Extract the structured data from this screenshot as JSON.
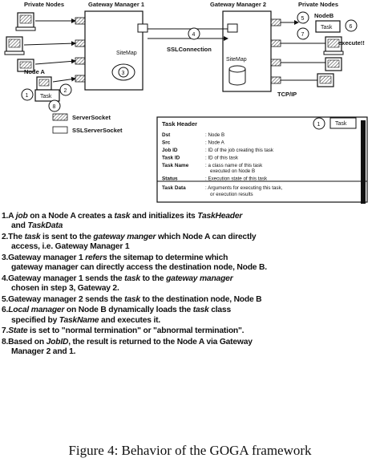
{
  "diagram": {
    "labels": {
      "private_nodes_left": "Private Nodes",
      "gateway_manager_1": "Gateway Manager 1",
      "gateway_manager_2": "Gateway Manager 2",
      "private_nodes_right": "Private Nodes",
      "node_b": "NodeB",
      "execute": "execute!!",
      "node_a": "Node A",
      "ssl_connection": "SSLConnection",
      "sitemap_1": "SiteMap",
      "sitemap_2": "SiteMap",
      "tcp_ip": "TCP/IP",
      "task_node_a": "Task",
      "task_node_b": "Task",
      "task_header_badge": "Task"
    },
    "legend": {
      "server_socket": "ServerSocket",
      "ssl_server_socket": "SSLServerSocket"
    },
    "step_markers": [
      "1",
      "2",
      "3",
      "4",
      "5",
      "6",
      "7",
      "8"
    ],
    "task_header": {
      "title": "Task Header",
      "marker": "1",
      "rows": [
        {
          "key": "Dst",
          "value": ": Node B"
        },
        {
          "key": "Src",
          "value": ": Node A"
        },
        {
          "key": "Job ID",
          "value": ": ID of the job creating this task"
        },
        {
          "key": "Task ID",
          "value": ": ID of this task"
        },
        {
          "key": "Task Name",
          "value": ": a class name of this task",
          "value2": "executed on Node B"
        },
        {
          "key": "Status",
          "value": ": Execution state of this task"
        }
      ],
      "data_row": {
        "key": "Task Data",
        "value": ": Arguments for executing this task,",
        "value2": "or execution results"
      }
    }
  },
  "steps": [
    {
      "parts": [
        [
          "1.A ",
          0
        ],
        [
          "job",
          1
        ],
        [
          " on a Node A creates a ",
          0
        ],
        [
          "task",
          1
        ],
        [
          " and initializes its ",
          0
        ],
        [
          "TaskHeader",
          1
        ]
      ],
      "line2": [
        [
          "and ",
          0
        ],
        [
          "TaskData",
          1
        ]
      ]
    },
    {
      "parts": [
        [
          "2.The ",
          0
        ],
        [
          "task",
          1
        ],
        [
          " is sent to the ",
          0
        ],
        [
          "gateway manger",
          1
        ],
        [
          " which Node A can directly",
          0
        ]
      ],
      "line2": [
        [
          "access, i.e. Gateway Manager 1",
          0
        ]
      ]
    },
    {
      "parts": [
        [
          "3.Gateway manager 1 ",
          0
        ],
        [
          "refers",
          1
        ],
        [
          " the sitemap to determine which",
          0
        ]
      ],
      "line2": [
        [
          "gateway  manager can directly access the destination node, Node B.",
          0
        ]
      ]
    },
    {
      "parts": [
        [
          "4.Gateway manager 1 sends the ",
          0
        ],
        [
          "task",
          1
        ],
        [
          " to the ",
          0
        ],
        [
          "gateway manager",
          1
        ]
      ],
      "line2": [
        [
          "chosen in step 3, Gateway 2.",
          0
        ]
      ]
    },
    {
      "parts": [
        [
          "5.Gateway manager 2 sends the ",
          0
        ],
        [
          "task",
          1
        ],
        [
          " to the destination node, Node B",
          0
        ]
      ]
    },
    {
      "parts": [
        [
          "6.",
          0
        ],
        [
          "Local manager",
          1
        ],
        [
          " on Node B dynamically loads the ",
          0
        ],
        [
          "task",
          1
        ],
        [
          " class",
          0
        ]
      ],
      "line2": [
        [
          "specified by ",
          0
        ],
        [
          "TaskName",
          1
        ],
        [
          " and executes it.",
          0
        ]
      ]
    },
    {
      "parts": [
        [
          "7.",
          0
        ],
        [
          "State",
          1
        ],
        [
          " is set to \"normal termination\" or \"abnormal termination\".",
          0
        ]
      ]
    },
    {
      "parts": [
        [
          "8.Based on ",
          0
        ],
        [
          "JobID",
          1
        ],
        [
          ", the result is returned to the Node A via Gateway",
          0
        ]
      ],
      "line2": [
        [
          "Manager 2 and 1.",
          0
        ]
      ]
    }
  ],
  "caption": "Figure 4: Behavior of the GOGA framework"
}
